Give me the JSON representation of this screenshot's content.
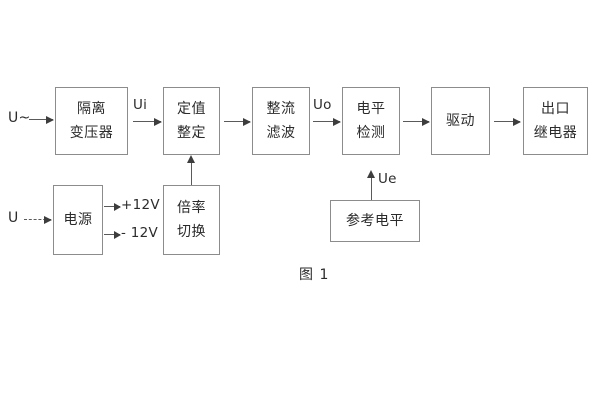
{
  "figure": {
    "caption": "图 1",
    "border_color": "#8c8c8c",
    "text_color": "#2b2b2b",
    "arrow_color": "#3d3d3d",
    "background": "#ffffff"
  },
  "blocks": [
    {
      "id": "isolation-transformer",
      "lines": [
        "隔离",
        "变压器"
      ]
    },
    {
      "id": "setting-value",
      "lines": [
        "定值",
        "整定"
      ]
    },
    {
      "id": "rectify-filter",
      "lines": [
        "整流",
        "滤波"
      ]
    },
    {
      "id": "level-detection",
      "lines": [
        "电平",
        "检测"
      ]
    },
    {
      "id": "drive",
      "lines": [
        "驱动"
      ]
    },
    {
      "id": "output-relay",
      "lines": [
        "出口",
        "继电器"
      ]
    },
    {
      "id": "power-supply",
      "lines": [
        "电源"
      ]
    },
    {
      "id": "multiplier-switch",
      "lines": [
        "倍率",
        "切换"
      ]
    },
    {
      "id": "reference-level",
      "lines": [
        "参考电平"
      ]
    }
  ],
  "signals": {
    "ac_input": "U~",
    "dc_input": "U",
    "ui": "Ui",
    "uo": "Uo",
    "ue": "Ue",
    "rail_positive": "+12V",
    "rail_negative": "- 12V"
  }
}
